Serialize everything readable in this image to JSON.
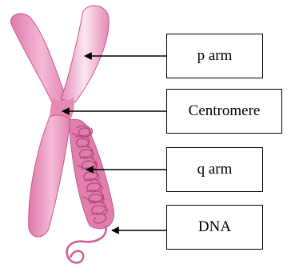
{
  "labels": {
    "p_arm": "p arm",
    "centromere": "Centromere",
    "q_arm": "q arm",
    "dna": "DNA"
  },
  "colors": {
    "chromosome": "#e487b4",
    "chromosome_dark": "#c4588c",
    "highlight": "#fbe6f0",
    "dna_strand": "#d16096",
    "arrow": "#000000"
  }
}
